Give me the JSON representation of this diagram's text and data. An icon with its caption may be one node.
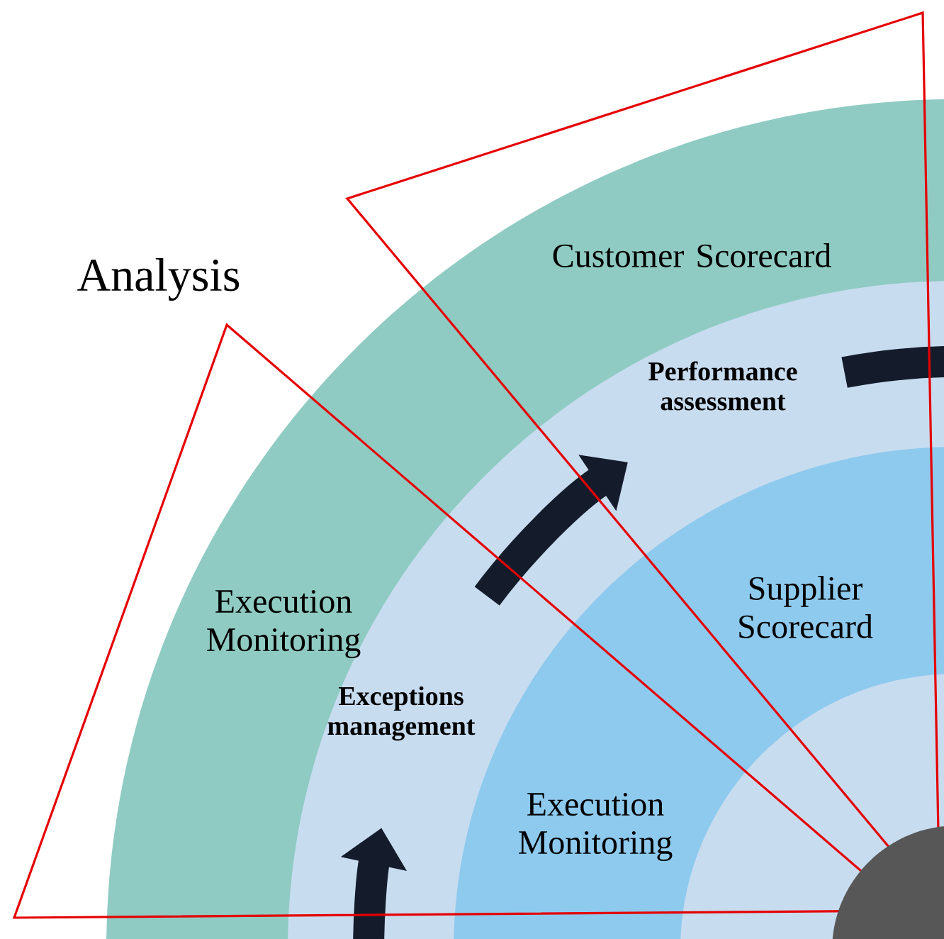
{
  "diagram": {
    "nodes": [
      {
        "text": [
          "Customer Scorecard"
        ]
      },
      {
        "text": [
          "Analysis"
        ]
      },
      {
        "text": [
          "Performance assessment"
        ]
      },
      {
        "text": [
          "Supplier Scorecard"
        ]
      },
      {
        "text": [
          "Execution Monitoring"
        ]
      },
      {
        "text": [
          "Exceptions management"
        ]
      },
      {
        "text": [
          "Execution Monitoring"
        ]
      }
    ]
  }
}
